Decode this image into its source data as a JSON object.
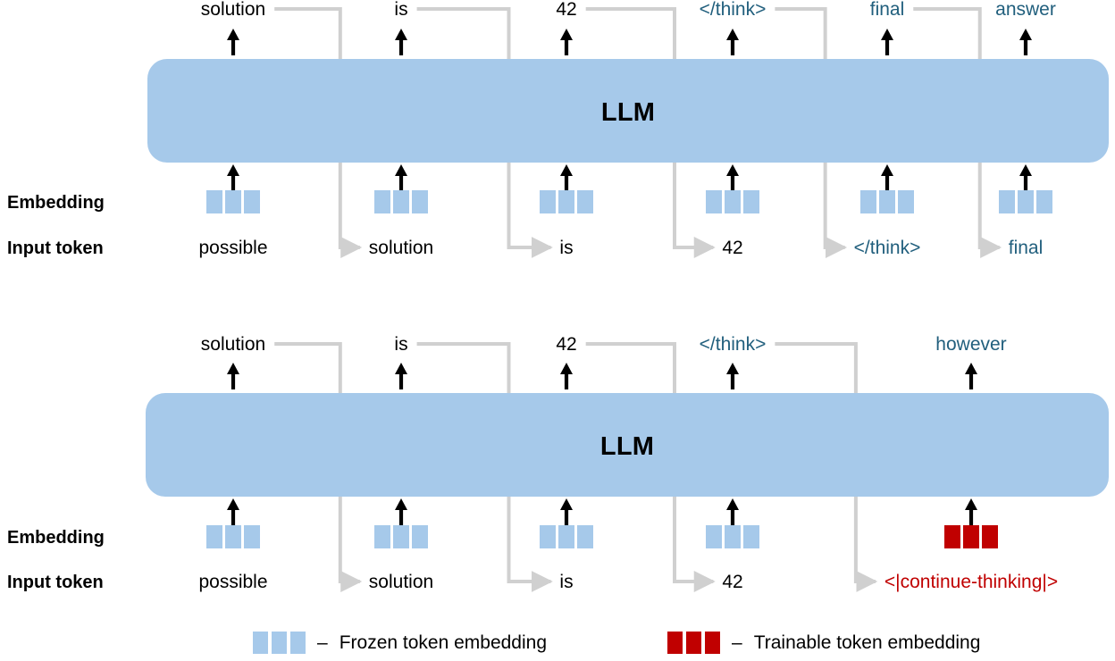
{
  "colors": {
    "llm_box": "#a6c9ea",
    "frozen_embedding": "#a6c9ea",
    "trainable_embedding": "#c00000",
    "special_token_text": "#215f7d",
    "trainable_token_text": "#c00000",
    "connector_line": "#d0d0d0",
    "plain_text": "#000000",
    "background": "#ffffff"
  },
  "row_labels": {
    "embedding": "Embedding",
    "input_token": "Input token"
  },
  "diagram_top": {
    "model_label": "LLM",
    "columns": [
      {
        "input_token": "possible",
        "input_kind": "plain",
        "output_token": "solution",
        "output_kind": "plain",
        "embedding_kind": "frozen"
      },
      {
        "input_token": "solution",
        "input_kind": "plain",
        "output_token": "is",
        "output_kind": "plain",
        "embedding_kind": "frozen"
      },
      {
        "input_token": "is",
        "input_kind": "plain",
        "output_token": "42",
        "output_kind": "plain",
        "embedding_kind": "frozen"
      },
      {
        "input_token": "42",
        "input_kind": "plain",
        "output_token": "</think>",
        "output_kind": "special",
        "embedding_kind": "frozen"
      },
      {
        "input_token": "</think>",
        "input_kind": "special",
        "output_token": "final",
        "output_kind": "special",
        "embedding_kind": "frozen"
      },
      {
        "input_token": "final",
        "input_kind": "special",
        "output_token": "answer",
        "output_kind": "special",
        "embedding_kind": "frozen"
      }
    ]
  },
  "diagram_bottom": {
    "model_label": "LLM",
    "columns": [
      {
        "input_token": "possible",
        "input_kind": "plain",
        "output_token": "solution",
        "output_kind": "plain",
        "embedding_kind": "frozen"
      },
      {
        "input_token": "solution",
        "input_kind": "plain",
        "output_token": "is",
        "output_kind": "plain",
        "embedding_kind": "frozen"
      },
      {
        "input_token": "is",
        "input_kind": "plain",
        "output_token": "42",
        "output_kind": "plain",
        "embedding_kind": "frozen"
      },
      {
        "input_token": "42",
        "input_kind": "plain",
        "output_token": "</think>",
        "output_kind": "special",
        "embedding_kind": "frozen"
      },
      {
        "input_token": "<|continue-thinking|>",
        "input_kind": "trainable",
        "output_token": "however",
        "output_kind": "special",
        "embedding_kind": "trainable"
      }
    ]
  },
  "legend": {
    "frozen": {
      "dash": "–",
      "label": "Frozen token embedding"
    },
    "trainable": {
      "dash": "–",
      "label": "Trainable token embedding"
    }
  }
}
